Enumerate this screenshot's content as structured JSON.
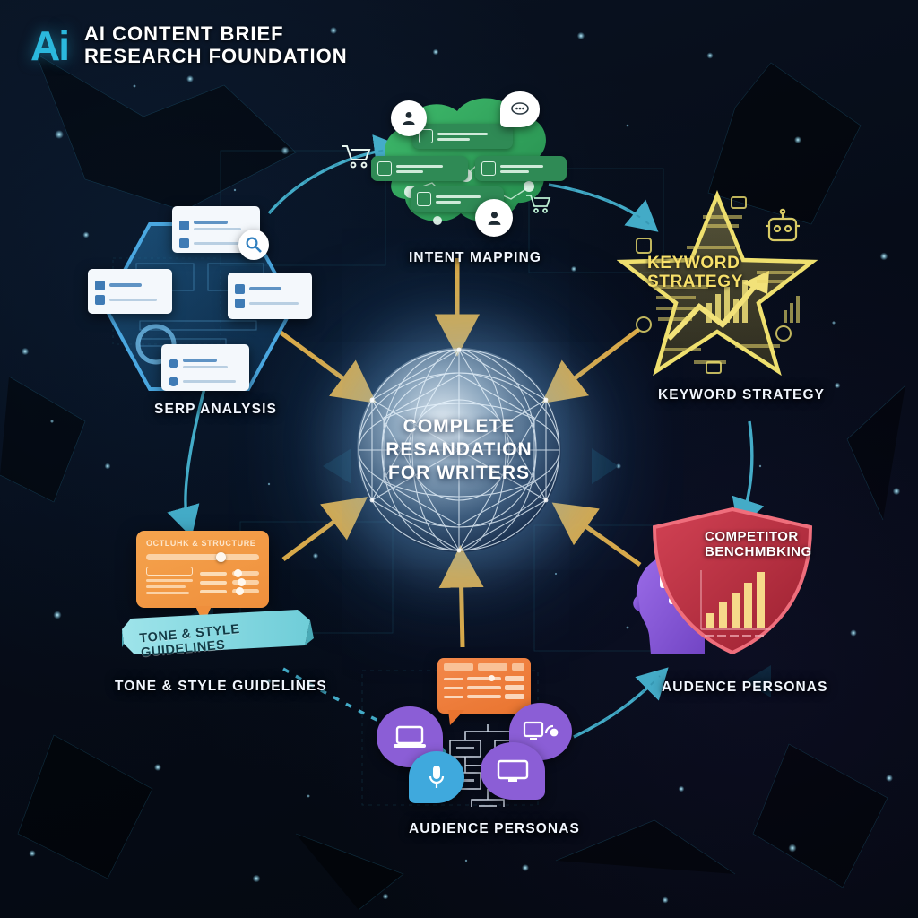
{
  "header": {
    "logo": "Ai",
    "line1": "AI CONTENT BRIEF",
    "line2": "RESEARCH FOUNDATION"
  },
  "center": {
    "line1": "COMPLETE",
    "line2": "RESANDATION",
    "line3": "FOR WRITERS"
  },
  "nodes": {
    "serp": {
      "label": "SERP ANALYSIS"
    },
    "intent": {
      "label": "INTENT MAPPING"
    },
    "keyword": {
      "label": "KEYWORD STRATEGY",
      "inner1": "KEYWORD",
      "inner2": "STRATEGY"
    },
    "competitor": {
      "label": "AUDENCE PERSONAS",
      "inner1": "COMPETITOR",
      "inner2": "BENCHMBKING"
    },
    "personas": {
      "label": "AUDIENCE PERSONAS"
    },
    "tone": {
      "label": "TONE & STYLE GUIDELINES",
      "ribbon": "TONE & STYLE GUIDELINES",
      "card_title": "OCTLUHK & STRUCTURE"
    }
  },
  "colors": {
    "background": "#04080f",
    "accent_cyan": "#2bb8dd",
    "arrow_gold": "#e8b44a",
    "serp_blue": "#2f8fd0",
    "cloud_green": "#3aa85f",
    "star_yellow": "#f0dd6a",
    "shield_red": "#c8394a",
    "outline_orange": "#f09a42",
    "persona_purple": "#8b5ed6",
    "ribbon_teal": "#7ed8e0"
  }
}
